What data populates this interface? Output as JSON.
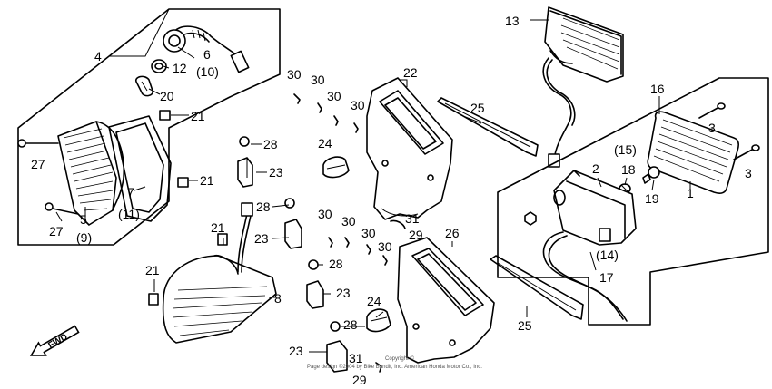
{
  "diagram": {
    "callouts": [
      {
        "id": "c4",
        "text": "4"
      },
      {
        "id": "c6",
        "text": "6"
      },
      {
        "id": "c10",
        "text": "(10)"
      },
      {
        "id": "c12",
        "text": "12"
      },
      {
        "id": "c20",
        "text": "20"
      },
      {
        "id": "c21a",
        "text": "21"
      },
      {
        "id": "c27a",
        "text": "27"
      },
      {
        "id": "c7",
        "text": "7"
      },
      {
        "id": "c11",
        "text": "(11)"
      },
      {
        "id": "c21b",
        "text": "21"
      },
      {
        "id": "c5",
        "text": "5"
      },
      {
        "id": "c9",
        "text": "(9)"
      },
      {
        "id": "c27b",
        "text": "27"
      },
      {
        "id": "c28a",
        "text": "28"
      },
      {
        "id": "c23a",
        "text": "23"
      },
      {
        "id": "c28b",
        "text": "28"
      },
      {
        "id": "c21c",
        "text": "21"
      },
      {
        "id": "c23b",
        "text": "23"
      },
      {
        "id": "c21d",
        "text": "21"
      },
      {
        "id": "c8",
        "text": "8"
      },
      {
        "id": "c30a",
        "text": "30"
      },
      {
        "id": "c30b",
        "text": "30"
      },
      {
        "id": "c30c",
        "text": "30"
      },
      {
        "id": "c30d",
        "text": "30"
      },
      {
        "id": "c22",
        "text": "22"
      },
      {
        "id": "c24a",
        "text": "24"
      },
      {
        "id": "c25a",
        "text": "25"
      },
      {
        "id": "c13",
        "text": "13"
      },
      {
        "id": "c16",
        "text": "16"
      },
      {
        "id": "c3a",
        "text": "3"
      },
      {
        "id": "c15",
        "text": "(15)"
      },
      {
        "id": "c18",
        "text": "18"
      },
      {
        "id": "c2",
        "text": "2"
      },
      {
        "id": "c3b",
        "text": "3"
      },
      {
        "id": "c19",
        "text": "19"
      },
      {
        "id": "c1",
        "text": "1"
      },
      {
        "id": "c30e",
        "text": "30"
      },
      {
        "id": "c30f",
        "text": "30"
      },
      {
        "id": "c31a",
        "text": "31"
      },
      {
        "id": "c29a",
        "text": "29"
      },
      {
        "id": "c30g",
        "text": "30"
      },
      {
        "id": "c30h",
        "text": "30"
      },
      {
        "id": "c26",
        "text": "26"
      },
      {
        "id": "c28c",
        "text": "28"
      },
      {
        "id": "c23c",
        "text": "23"
      },
      {
        "id": "c24b",
        "text": "24"
      },
      {
        "id": "c28d",
        "text": "28"
      },
      {
        "id": "c23d",
        "text": "23"
      },
      {
        "id": "c31b",
        "text": "31"
      },
      {
        "id": "c29b",
        "text": "29"
      },
      {
        "id": "c14",
        "text": "(14)"
      },
      {
        "id": "c17",
        "text": "17"
      },
      {
        "id": "c25b",
        "text": "25"
      }
    ],
    "fwd_label": "FWD",
    "copyright_line1": "Copyright ©",
    "copyright_line2": "Page design ©2004 by Bike Bandit, Inc.  American Honda Motor Co., Inc."
  }
}
